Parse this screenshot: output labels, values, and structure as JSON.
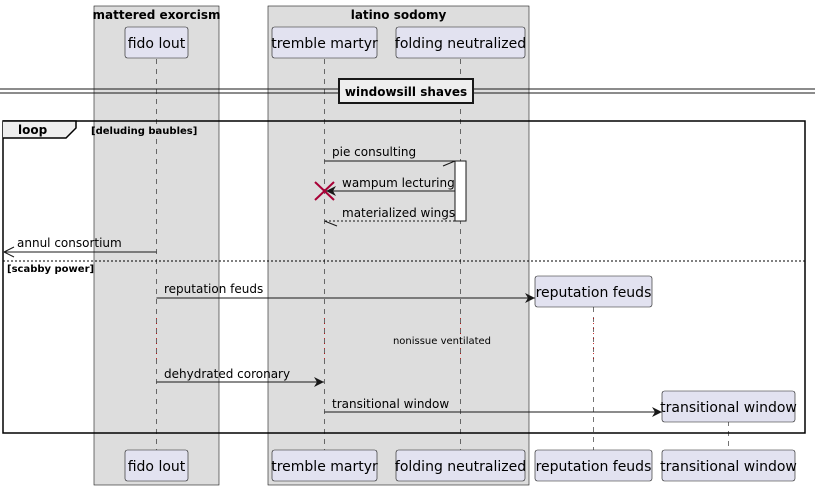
{
  "boxes": {
    "mattered_exorcism": "mattered exorcism",
    "latino_sodomy": "latino sodomy"
  },
  "participants": {
    "fido_lout": "fido lout",
    "tremble_martyr": "tremble martyr",
    "folding_neutralized": "folding neutralized",
    "reputation_feuds": "reputation feuds",
    "transitional_window": "transitional window"
  },
  "divider": "windowsill shaves",
  "loop": {
    "keyword": "loop",
    "guard": "[deluding baubles]",
    "else_guard": "[scabby power]"
  },
  "messages": {
    "m1": "pie consulting",
    "m2": "wampum lecturing",
    "m3": "materialized wings",
    "m4": "annul consortium",
    "m5": "reputation feuds",
    "m6": "dehydrated coronary",
    "m7": "transitional window"
  },
  "delay_note": "nonissue ventilated",
  "colors": {
    "box_fill": "#DDDDDD",
    "participant_fill": "#E2E2F0",
    "participant_border": "#181818",
    "destroy": "#A80036"
  }
}
